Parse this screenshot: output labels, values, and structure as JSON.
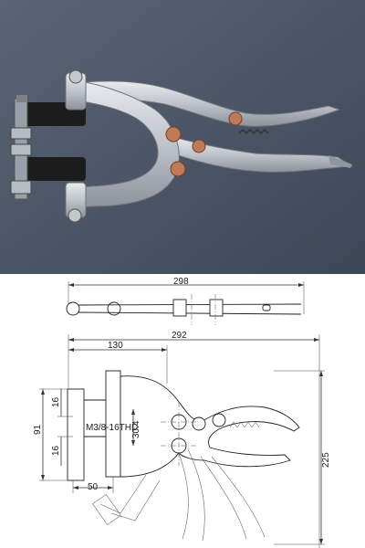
{
  "photo": {
    "subject": "toggle-clamp-photo",
    "background_color": "#4a5566",
    "body_color": "#c9ccd2",
    "handle_tip_color": "#8f959e",
    "arm_color": "#1c1c1c",
    "pivot_color": "#c07a58"
  },
  "drawing": {
    "dims": {
      "top_length": "298",
      "overall_length": "292",
      "jaw_reach": "130",
      "height_total": "91",
      "height_upper": "16",
      "height_lower": "16",
      "thread": "M3/8-16THD",
      "throat": "30.4",
      "offset": "50",
      "open_height": "225"
    }
  }
}
